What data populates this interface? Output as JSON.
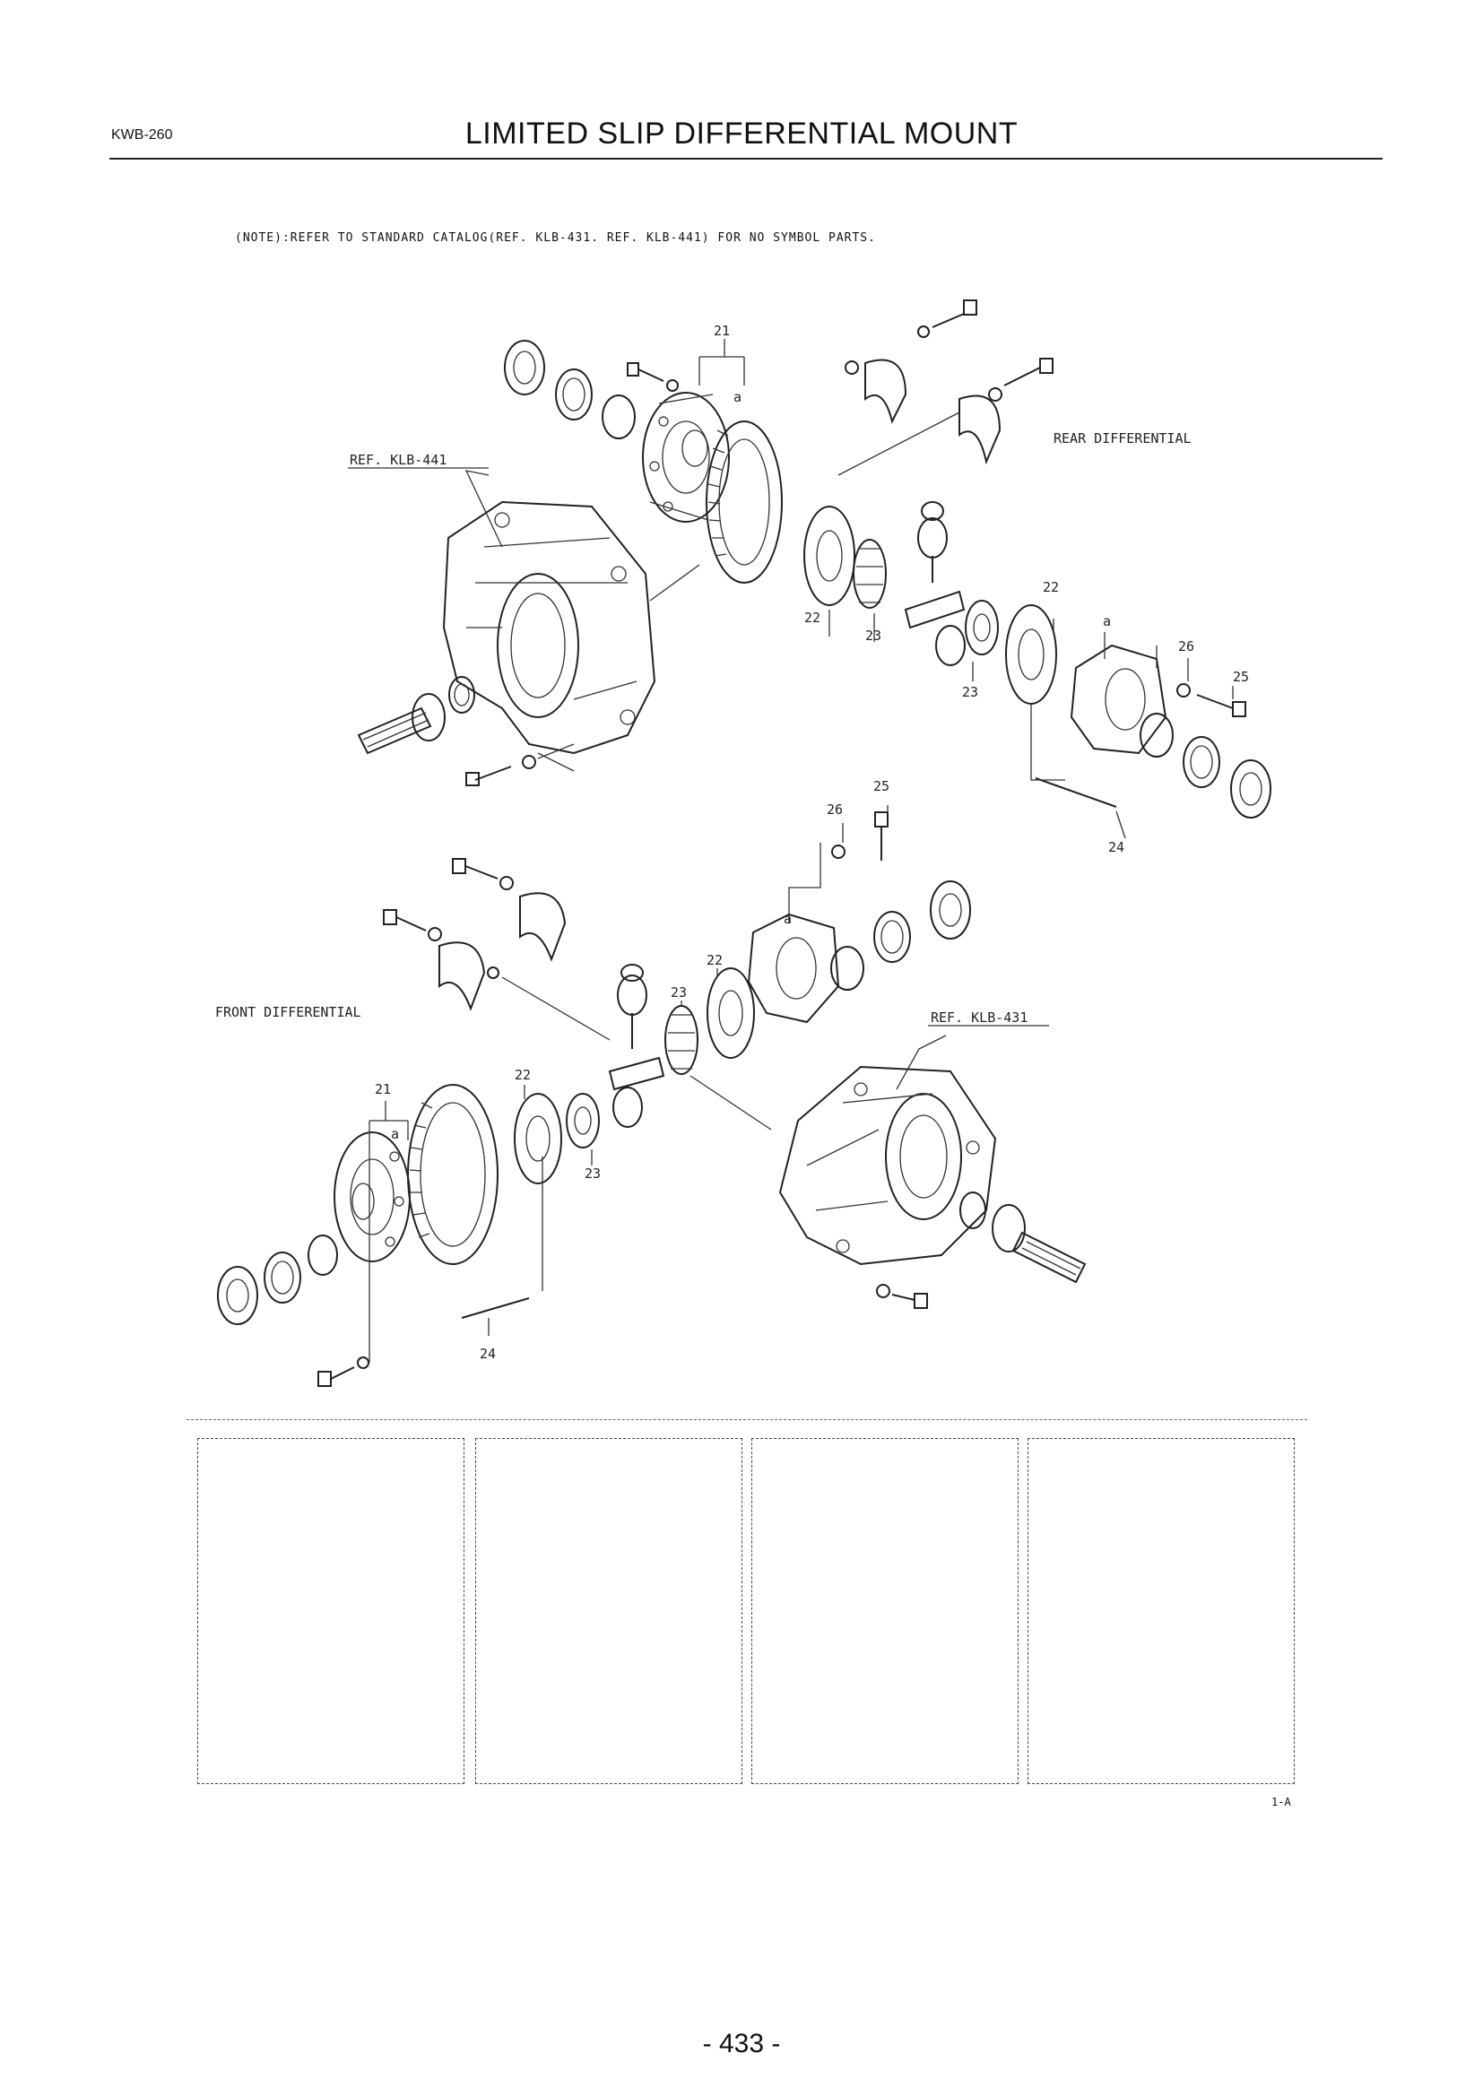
{
  "header": {
    "code": "KWB-260",
    "title": "LIMITED SLIP DIFFERENTIAL MOUNT"
  },
  "note": "(NOTE):REFER TO STANDARD CATALOG(REF. KLB-431. REF. KLB-441) FOR NO SYMBOL PARTS.",
  "diagram": {
    "section_labels": {
      "rear": "REAR DIFFERENTIAL",
      "front": "FRONT DIFFERENTIAL"
    },
    "references": {
      "rear_housing": "REF. KLB-441",
      "front_housing": "REF. KLB-431"
    },
    "callouts": [
      {
        "id": "c1",
        "text": "21"
      },
      {
        "id": "c2",
        "text": "a"
      },
      {
        "id": "c3",
        "text": "22"
      },
      {
        "id": "c4",
        "text": "23"
      },
      {
        "id": "c5",
        "text": "22"
      },
      {
        "id": "c6",
        "text": "a"
      },
      {
        "id": "c7",
        "text": "23"
      },
      {
        "id": "c8",
        "text": "26"
      },
      {
        "id": "c9",
        "text": "25"
      },
      {
        "id": "c10",
        "text": "24"
      },
      {
        "id": "c11",
        "text": "25"
      },
      {
        "id": "c12",
        "text": "26"
      },
      {
        "id": "c13",
        "text": "a"
      },
      {
        "id": "c14",
        "text": "22"
      },
      {
        "id": "c15",
        "text": "23"
      },
      {
        "id": "c16",
        "text": "21"
      },
      {
        "id": "c17",
        "text": "a"
      },
      {
        "id": "c18",
        "text": "22"
      },
      {
        "id": "c19",
        "text": "23"
      },
      {
        "id": "c20",
        "text": "24"
      }
    ]
  },
  "footer": {
    "sheet_code": "1-A",
    "page_number": "- 433 -"
  }
}
